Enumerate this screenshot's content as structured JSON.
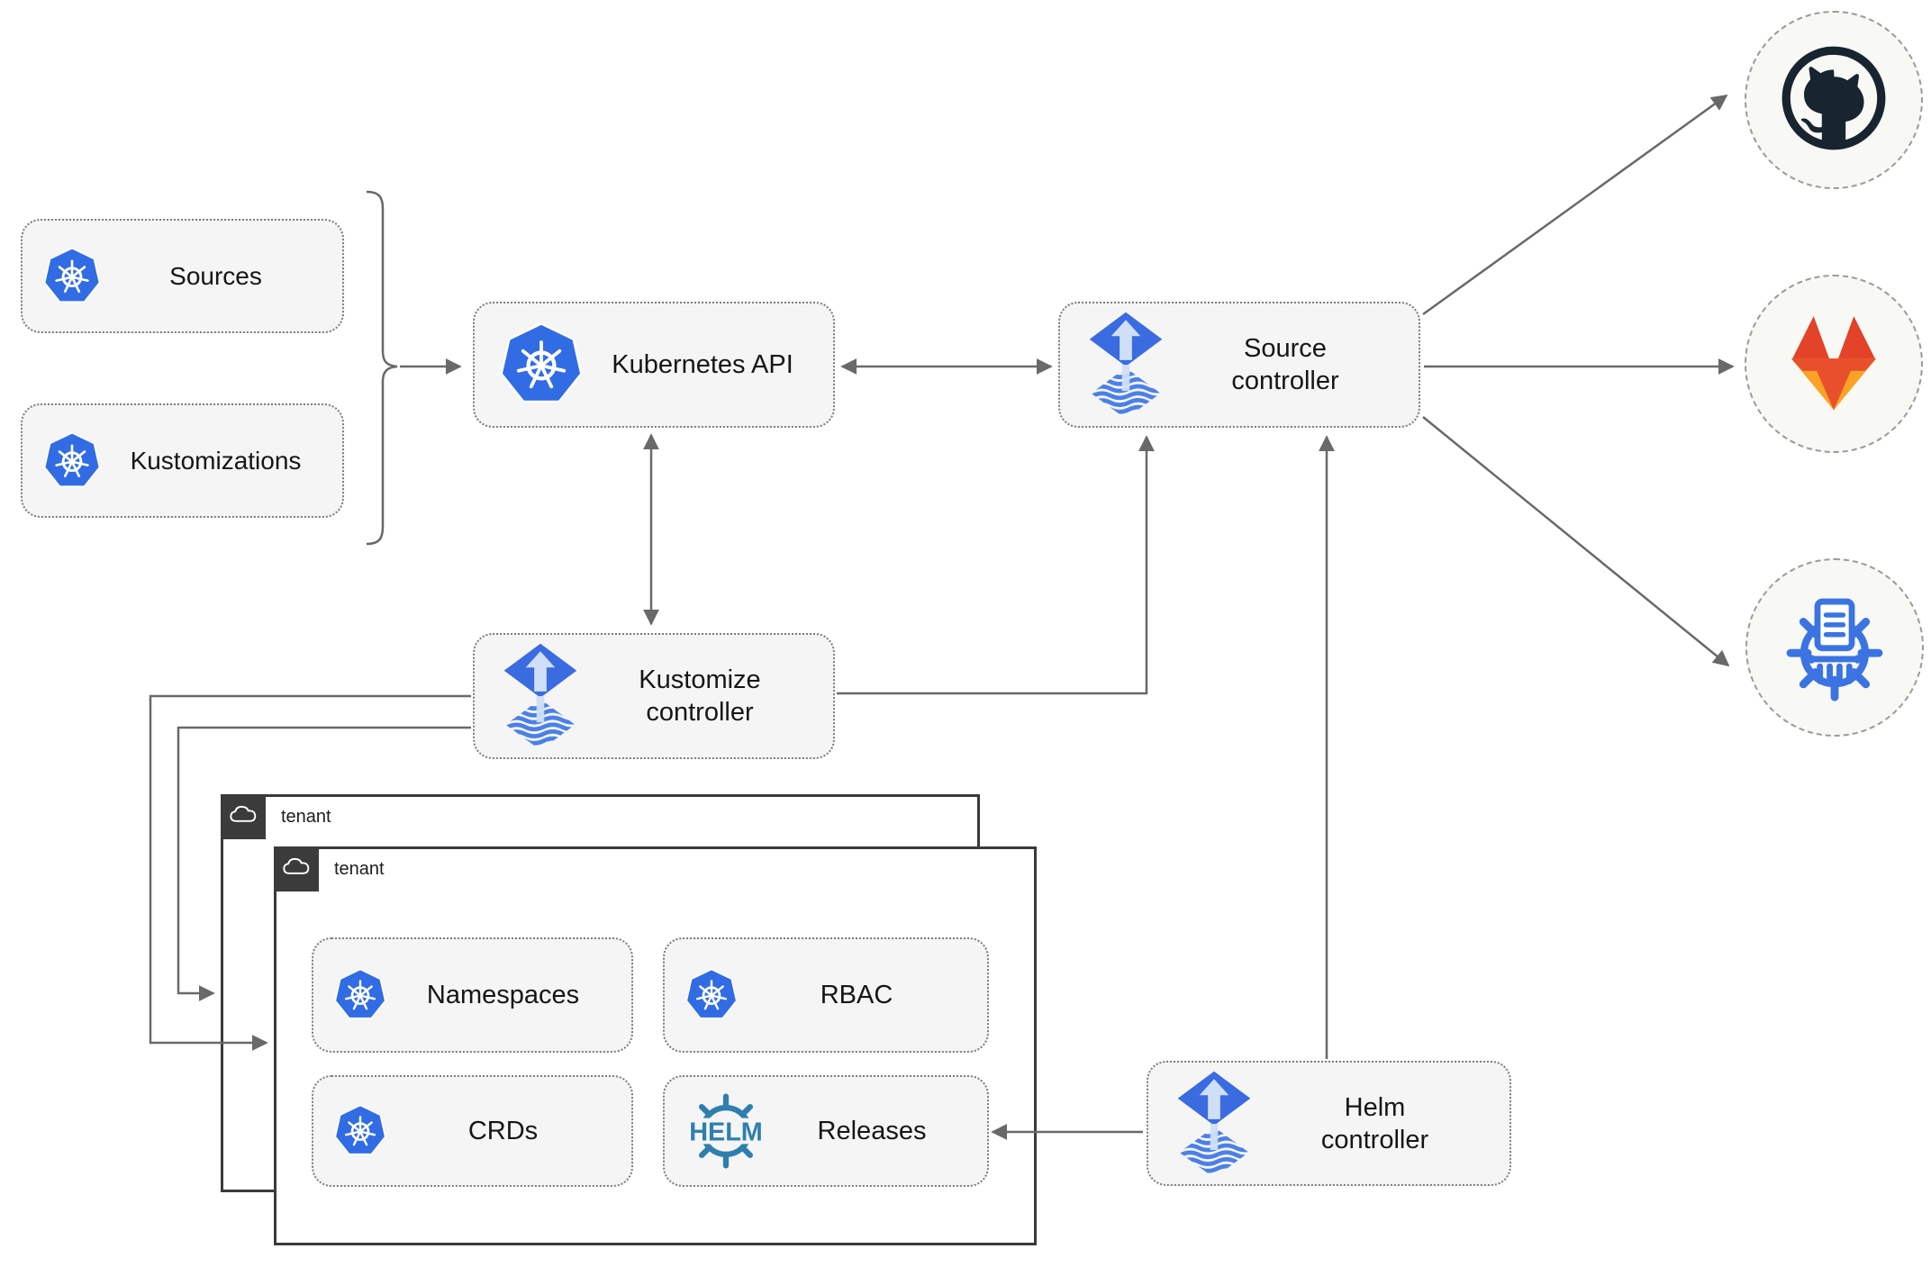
{
  "nodes": {
    "sources": {
      "label": "Sources"
    },
    "kustomizations": {
      "label": "Kustomizations"
    },
    "kubernetes_api": {
      "label": "Kubernetes API"
    },
    "source_controller": {
      "line1": "Source",
      "line2": "controller"
    },
    "kustomize_controller": {
      "line1": "Kustomize",
      "line2": "controller"
    },
    "helm_controller": {
      "line1": "Helm",
      "line2": "controller"
    },
    "namespaces": {
      "label": "Namespaces"
    },
    "rbac": {
      "label": "RBAC"
    },
    "crds": {
      "label": "CRDs"
    },
    "releases": {
      "label": "Releases"
    }
  },
  "tenants": {
    "back": {
      "label": "tenant"
    },
    "front": {
      "label": "tenant"
    }
  },
  "endpoints": {
    "github": {
      "icon": "github-icon"
    },
    "gitlab": {
      "icon": "gitlab-icon"
    },
    "helm_repository": {
      "icon": "helm-repository-icon"
    }
  },
  "helm_logo_text": "HELM",
  "colors": {
    "kubernetes_blue": "#326ce5",
    "flux_blue": "#3a6be0",
    "flux_arrow_light": "#cfdff7",
    "helm_teal": "#2e7fae",
    "arrow_gray": "#696969",
    "box_fill": "#f5f5f5",
    "box_border": "#7d7d7d",
    "tenant_border": "#3a3a3a",
    "tenant_badge": "#3b3b3b",
    "github_dark": "#182430",
    "gitlab_red": "#e24329",
    "gitlab_orange": "#e8502b",
    "gitlab_light_orange": "#fca326",
    "registry_blue": "#3b74e2",
    "circle_fill": "#f8f8f5"
  }
}
